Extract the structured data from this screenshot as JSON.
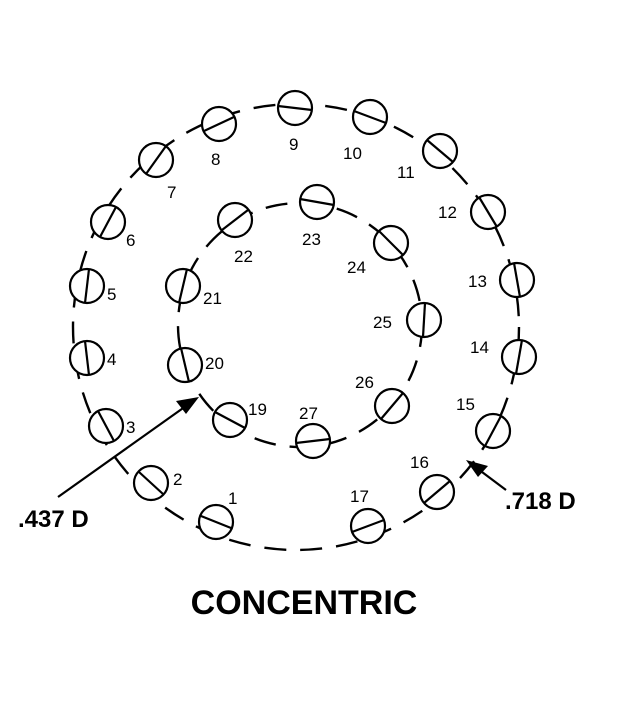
{
  "diagram": {
    "title": "CONCENTRIC",
    "outer_dimension": ".718 D",
    "inner_dimension": ".437 D",
    "outer_ring_pins": [
      "1",
      "2",
      "3",
      "4",
      "5",
      "6",
      "7",
      "8",
      "9",
      "10",
      "11",
      "12",
      "13",
      "14",
      "15",
      "16",
      "17"
    ],
    "inner_ring_pins": [
      "19",
      "20",
      "21",
      "22",
      "23",
      "24",
      "25",
      "26",
      "27"
    ]
  }
}
